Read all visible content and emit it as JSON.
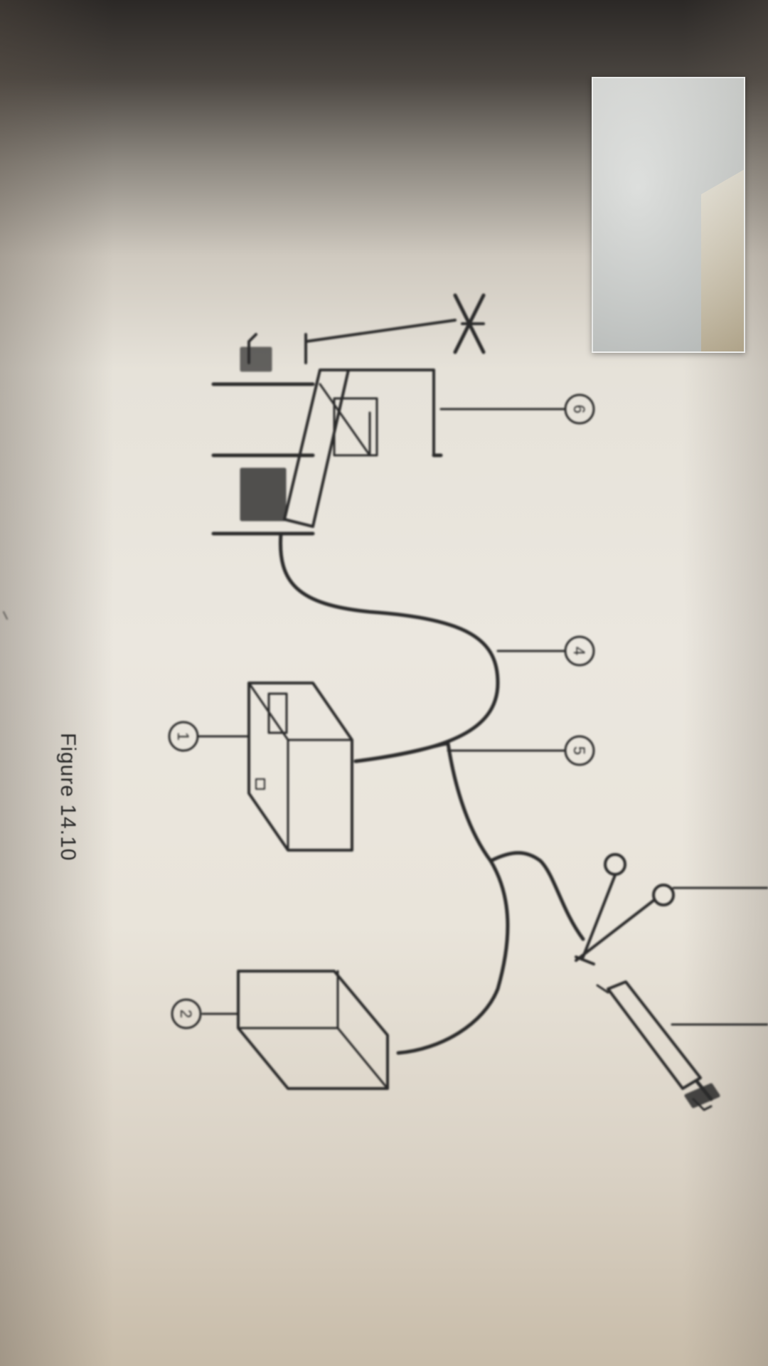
{
  "figure": {
    "caption": "Figure 14.10",
    "callouts": [
      "1",
      "2",
      "4",
      "5",
      "6"
    ]
  },
  "colors": {
    "ink": "#2a2a2a",
    "paper": "#e9e5dc"
  },
  "pip": {
    "icon": "self-view-camera-icon"
  }
}
